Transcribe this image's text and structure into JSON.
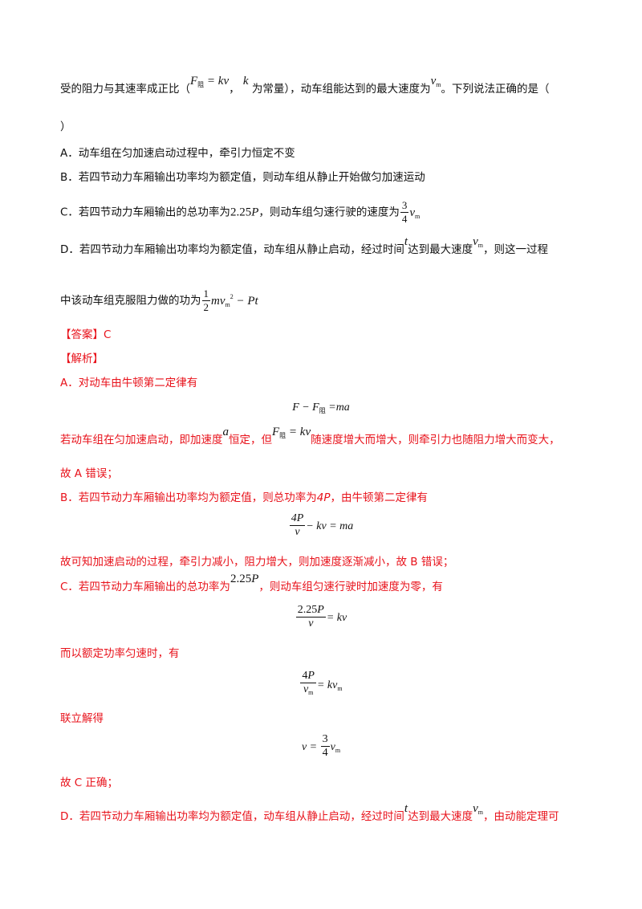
{
  "question": {
    "stem_part1": "受的阻力与其速率成正比（",
    "stem_part2": "，",
    "stem_part3": "为常量），动车组能达到的最大速度为",
    "stem_part4": "。下列说法正确的是（",
    "stem_close": "）",
    "option_a": "A．动车组在匀加速启动过程中，牵引力恒定不变",
    "option_b": "B．若四节动力车厢输出功率均为额定值，则动车组从静止开始做匀加速运动",
    "option_c_part1": "C．若四节动力车厢输出的总功率为",
    "option_c_part2": "，则动车组匀速行驶的速度为",
    "option_d_part1": "D．若四节动力车厢输出功率均为额定值，动车组从静止启动，经过时间",
    "option_d_part2": "达到最大速度",
    "option_d_part3": "，则这一过程",
    "option_d_line2": "中该动车组克服阻力做的功为"
  },
  "answer": {
    "label": "【答案】",
    "value": "C"
  },
  "analysis": {
    "label": "【解析】",
    "a_intro": "A．对动车由牛顿第二定律有",
    "a_text1": "若动车组在匀加速启动，即加速度",
    "a_text2": "恒定，但",
    "a_text3": "随速度增大而增大，则牵引力也随阻力增大而变大，",
    "a_conclusion": "故 A 错误；",
    "b_intro_part1": "B．若四节动力车厢输出功率均为额定值，则总功率为",
    "b_power": "4P",
    "b_intro_part2": "，由牛顿第二定律有",
    "b_conclusion": "故可知加速启动的过程，牵引力减小，阻力增大，则加速度逐渐减小，故 B 错误；",
    "c_intro_part1": "C．若四节动力车厢输出的总功率为",
    "c_intro_part2": "，则动车组匀速行驶时加速度为零，有",
    "c_text2": "而以额定功率匀速时，有",
    "c_text3": "联立解得",
    "c_conclusion": "故 C 正确；",
    "d_intro_part1": "D．若四节动力车厢输出功率均为额定值，动车组从静止启动，经过时间",
    "d_intro_part2": "达到最大速度",
    "d_intro_part3": "，由动能定理可"
  }
}
